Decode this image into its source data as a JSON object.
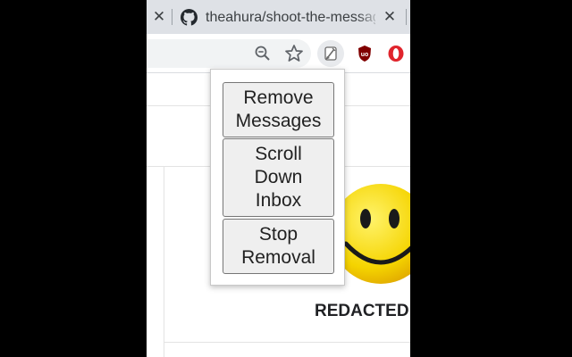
{
  "tabs": [
    {
      "title": "theahura/shoot-the-messages"
    }
  ],
  "popup": {
    "buttons": [
      {
        "label": "Remove\nMessages"
      },
      {
        "label": "Scroll\nDown\nInbox"
      },
      {
        "label": "Stop\nRemoval"
      }
    ]
  },
  "page": {
    "heading": "REDACTED"
  },
  "icons": {
    "tab_close": "close-icon",
    "favicon": "github-icon",
    "zoom": "zoom-out-icon",
    "bookmark": "star-icon",
    "extension_active": "broom-icon",
    "ublock": "ublock-origin-icon",
    "opera": "opera-icon"
  },
  "colors": {
    "tabstrip": "#dee1e6",
    "ublock": "#800000",
    "opera": "#e0242c",
    "smiley": "#f5d400"
  }
}
